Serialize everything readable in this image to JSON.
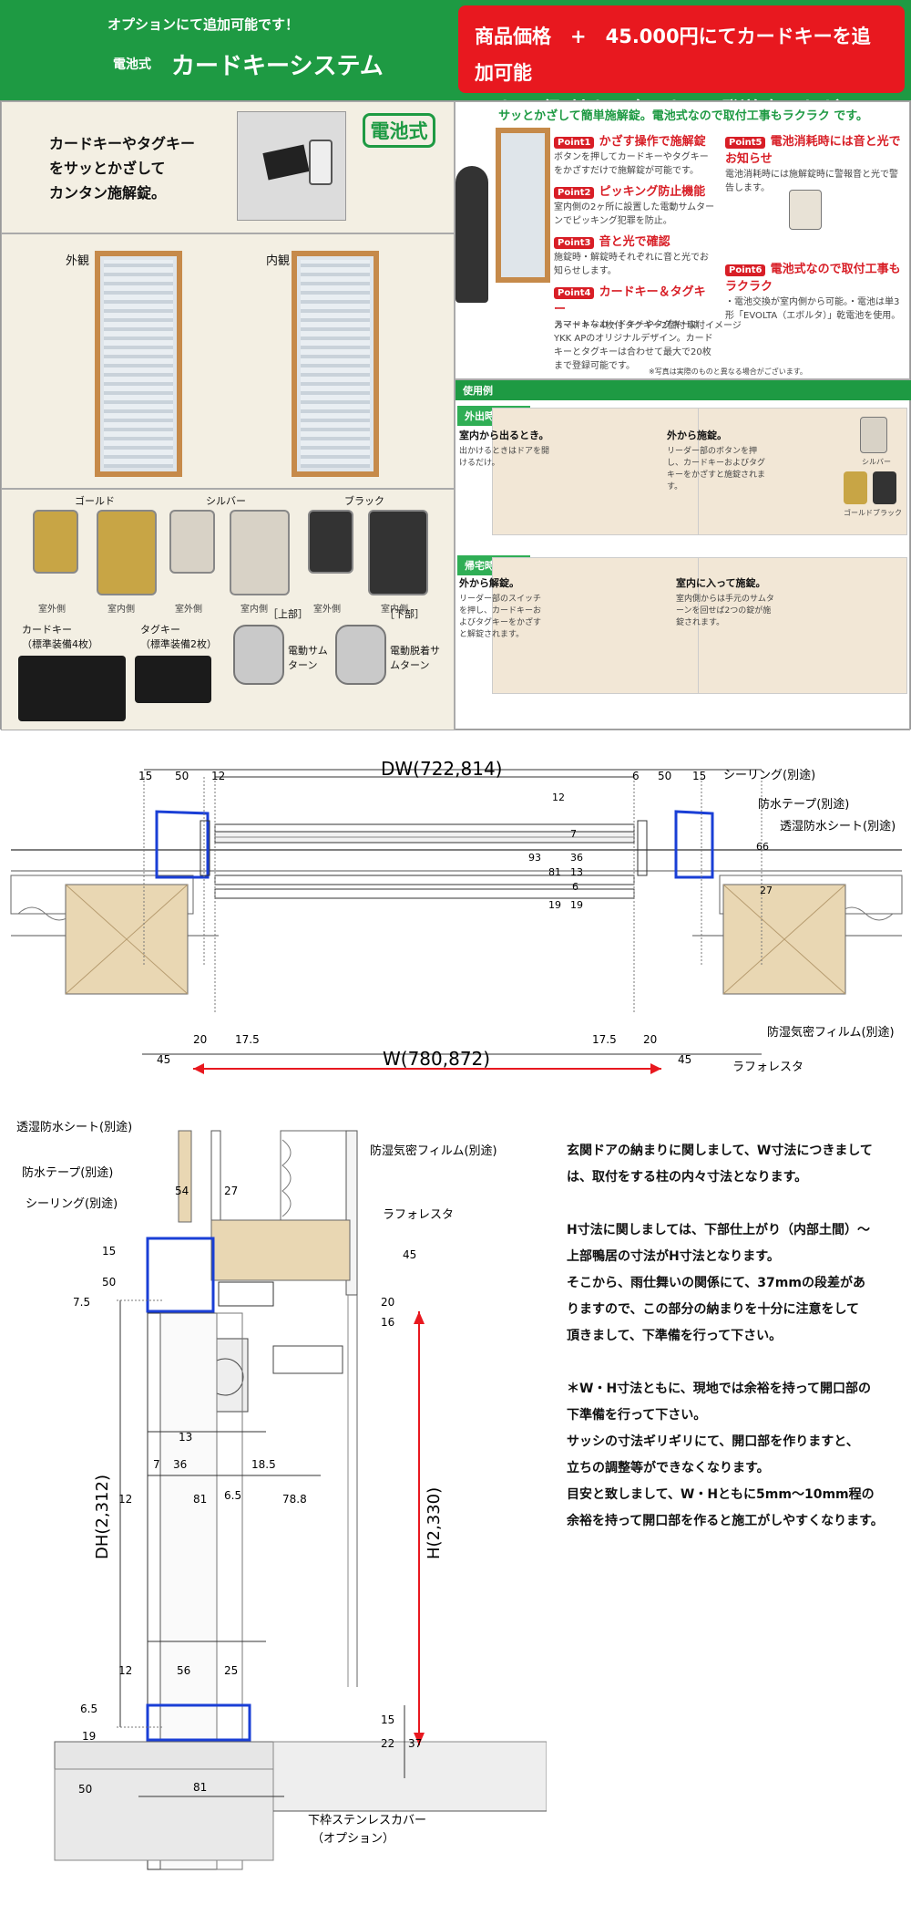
{
  "banner": {
    "subtitle": "オプションにて追加可能です！",
    "battery_label": "電池式",
    "system_title": "カードキーシステム",
    "price_line1": "商品価格　+　45.000円にてカードキーを追加可能",
    "price_line2": "です。　（取付まで致しまして発送致します）"
  },
  "catalog": {
    "intro_text": [
      "カードキーやタグキー",
      "をサッとかざして",
      "カンタン施解錠。"
    ],
    "battery_badge": "電池式",
    "exterior_label": "外観",
    "interior_label": "内観",
    "headline": "サッとかざして簡単施解錠。電池式なので取付工事もラクラク です。",
    "points": [
      {
        "tag": "Point1",
        "title": "かざす操作で施解錠",
        "text": "ボタンを押してカードキーやタグキーをかざすだけで施解錠が可能です。"
      },
      {
        "tag": "Point2",
        "title": "ピッキング防止機能",
        "text": "室内側の2ヶ所に設置した電動サムターンでピッキング犯罪を防止。"
      },
      {
        "tag": "Point3",
        "title": "音と光で確認",
        "text": "施錠時・解錠時それぞれに音と光でお知らせします。"
      },
      {
        "tag": "Point4",
        "title": "カードキー＆タグキー",
        "text": "スマートなカードキーやタグキーはYKK APのオリジナルデザイン。カードキーとタグキーは合わせて最大で20枚まで登録可能です。"
      },
      {
        "tag": "Point5",
        "title": "電池消耗時には音と光でお知らせ",
        "text": "電池消耗時には施解錠時に警報音と光で警告します。"
      },
      {
        "tag": "Point6",
        "title": "電池式なので取付工事もラクラク",
        "text": "・電池交換が室内側から可能。・電池は単3形「EVOLTA（エボルタ）」乾電池を使用。"
      }
    ],
    "card_caption": "カードキー4枚付",
    "tag_caption": "タグキー2個付",
    "image_caption": "取付イメージ",
    "note": "※写真は実際のものと異なる場合がございます。",
    "colors": [
      {
        "name": "ゴールド",
        "outside": "室外側",
        "inside": "室内側"
      },
      {
        "name": "シルバー",
        "outside": "室外側",
        "inside": "室内側"
      },
      {
        "name": "ブラック",
        "outside": "室外側",
        "inside": "室内側"
      }
    ],
    "cardkey_label": "カードキー",
    "cardkey_sub": "（標準装備4枚）",
    "tagkey_label": "タグキー",
    "tagkey_sub": "（標準装備2枚）",
    "upper_label": "［上部］",
    "upper_name": "電動サムターン",
    "lower_label": "［下部］",
    "lower_name": "電動脱着サムターン",
    "usage_bar": "使用例",
    "going_out_bar": "外出時",
    "scene1_title": "室内から出るとき。",
    "scene1_text": "出かけるときはドアを開けるだけ。",
    "scene2_title": "外から施錠。",
    "scene2_text": "リーダー部のボタンを押し、カードキーおよびタグキーをかざすと施錠されます。",
    "returning_bar": "帰宅時",
    "scene3_title": "外から解錠。",
    "scene3_text": "リーダー部のスイッチを押し、カードキーおよびタグキーをかざすと解錠されます。",
    "scene4_title": "室内に入って施錠。",
    "scene4_text": "室内側からは手元のサムターンを回せば2つの錠が施錠されます。",
    "finish_labels": [
      "シルバー",
      "ゴールド",
      "ブラック"
    ]
  },
  "plan_drawing": {
    "dw_label": "DW(722,814)",
    "w_label": "W(780,872)",
    "dims_top_left": [
      "15",
      "50",
      "12"
    ],
    "dims_top_right": [
      "6",
      "50",
      "15"
    ],
    "dims_vertical": [
      "12",
      "7",
      "36",
      "93",
      "81",
      "13",
      "6",
      "19",
      "19",
      "66",
      "27"
    ],
    "dims_bottom": [
      "20",
      "17.5",
      "17.5",
      "20",
      "45",
      "45"
    ],
    "callouts": [
      "シーリング(別途)",
      "防水テープ(別途)",
      "透湿防水シート(別途)",
      "防湿気密フィルム(別途)",
      "ラフォレスタ"
    ]
  },
  "section_drawing": {
    "callouts": [
      "透湿防水シート(別途)",
      "防水テープ(別途)",
      "シーリング(別途)",
      "防湿気密フィルム(別途)",
      "ラフォレスタ",
      "下枠ステンレスカバー",
      "（オプション）"
    ],
    "dh_label": "DH(2,312)",
    "h_label": "H(2,330)",
    "dims": [
      "54",
      "27",
      "15",
      "50",
      "7.5",
      "45",
      "20",
      "16",
      "13",
      "7",
      "36",
      "18.5",
      "6.5",
      "12",
      "81",
      "78.8",
      "12",
      "56",
      "25",
      "6.5",
      "19",
      "50",
      "81",
      "15",
      "22",
      "37"
    ]
  },
  "notes": [
    "玄関ドアの納まりに関しまして、W寸法につきまして",
    "は、取付をする柱の内々寸法となります。",
    "",
    "H寸法に関しましては、下部仕上がり（内部土間）～",
    "上部鴨居の寸法がH寸法となります。",
    "そこから、雨仕舞いの関係にて、37mmの段差があ",
    "りますので、この部分の納まりを十分に注意をして",
    "頂きまして、下準備を行って下さい。",
    "",
    "＊W・H寸法ともに、現地では余裕を持って開口部の",
    "下準備を行って下さい。",
    "サッシの寸法ギリギリにて、開口部を作りますと、",
    "立ちの調整等ができなくなります。",
    "目安と致しまして、W・Hともに5mm～10mm程の",
    "余裕を持って開口部を作ると施工がしやすくなります。"
  ],
  "colors": {
    "green": "#1e9a43",
    "red": "#e8181f",
    "wood": "#e9d7b3",
    "blue": "#1a3fd6"
  }
}
